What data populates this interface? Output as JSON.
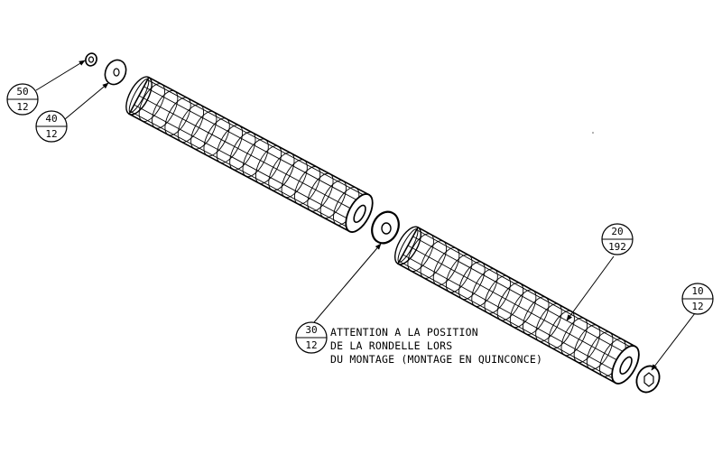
{
  "callouts": [
    {
      "id": "c1",
      "top": "50",
      "bottom": "12"
    },
    {
      "id": "c2",
      "top": "40",
      "bottom": "12"
    },
    {
      "id": "c3",
      "top": "30",
      "bottom": "12"
    },
    {
      "id": "c4",
      "top": "20",
      "bottom": "192"
    },
    {
      "id": "c5",
      "top": "10",
      "bottom": "12"
    }
  ],
  "note": {
    "line1": "ATTENTION A LA POSITION",
    "line2": "DE LA RONDELLE LORS",
    "line3": "DU MONTAGE (MONTAGE EN QUINCONCE)"
  }
}
